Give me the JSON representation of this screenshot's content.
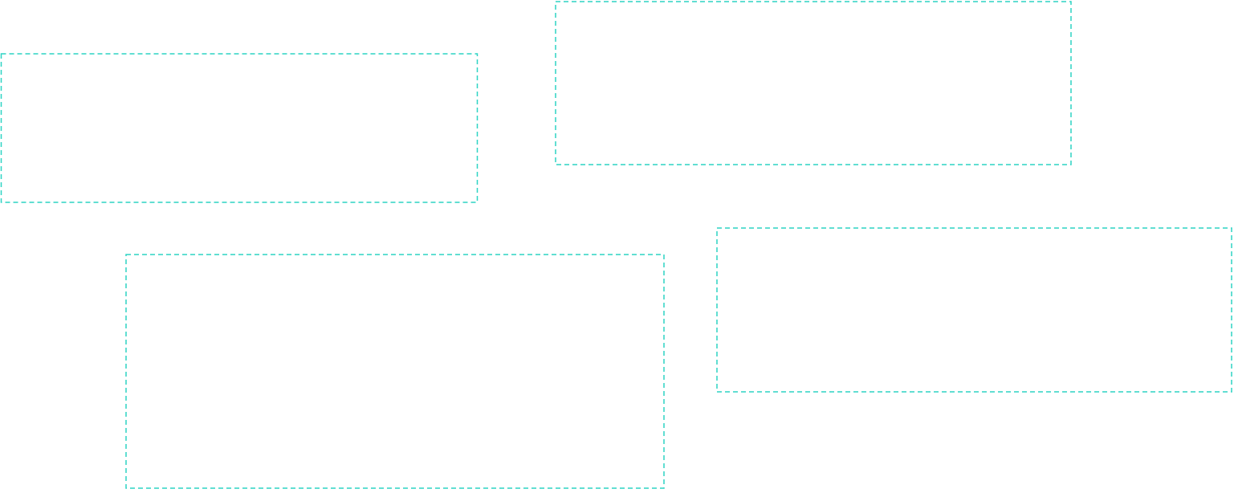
{
  "style": {
    "outline_color": "#2dd4c4"
  },
  "regions": [
    {
      "name": "region-1"
    },
    {
      "name": "region-2"
    },
    {
      "name": "region-3"
    },
    {
      "name": "region-4"
    }
  ]
}
